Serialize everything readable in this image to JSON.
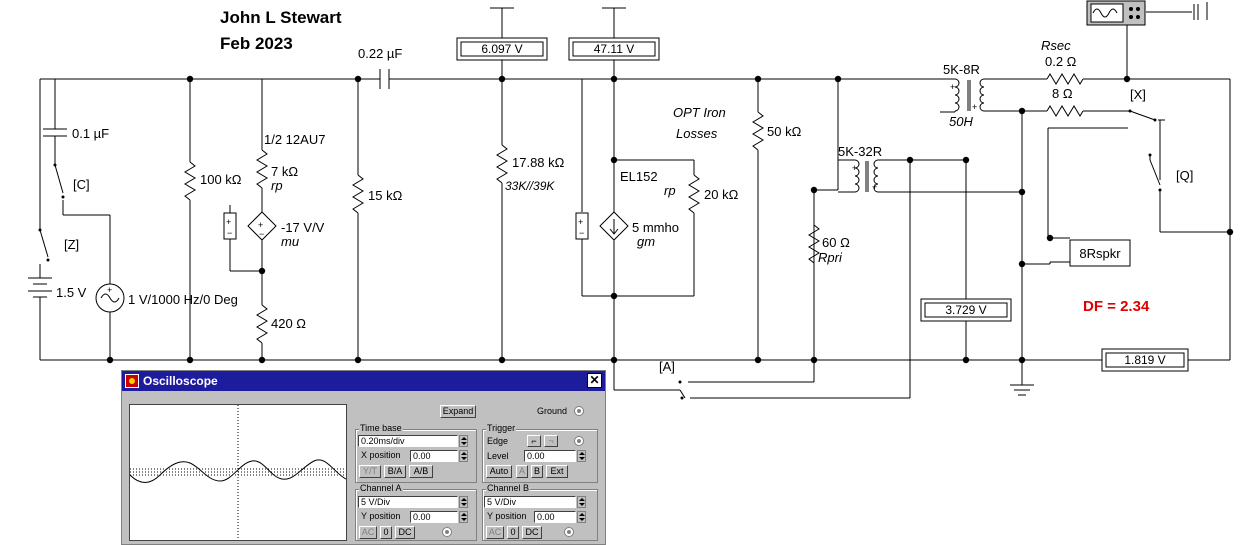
{
  "author": {
    "name": "John L Stewart",
    "date": "Feb 2023"
  },
  "meters": {
    "m1": "6.097 V",
    "m2": "47.11 V",
    "m3": "3.729 V",
    "m4": "1.819 V"
  },
  "components": {
    "cap_coupling": "0.22 µF",
    "cap_c": "0.1 µF",
    "switch_c": "[C]",
    "switch_z": "[Z]",
    "battery": "1.5 V",
    "source": "1 V/1000 Hz/0 Deg",
    "r100k": "100 kΩ",
    "tube1": "1/2 12AU7",
    "r7k": "7 kΩ",
    "rp1": "rp",
    "mu_val": "-17 V/V",
    "mu": "mu",
    "r420": "420 Ω",
    "r15k": "15 kΩ",
    "r1788": "17.88 kΩ",
    "r1788_note": "33K//39K",
    "el152": "EL152",
    "rp2": "rp",
    "r20k": "20 kΩ",
    "gm_val": "5 mmho",
    "gm": "gm",
    "opt_line1": "OPT Iron",
    "opt_line2": "Losses",
    "r50k": "50 kΩ",
    "t1": "5K-8R",
    "t1_ind": "50H",
    "rsec": "Rsec",
    "rsec_val": "0.2 Ω",
    "r8": "8 Ω",
    "switch_x": "[X]",
    "switch_q": "[Q]",
    "t2": "5K-32R",
    "r60": "60 Ω",
    "rpri": "Rpri",
    "spkr": "8Rspkr",
    "df": "DF = 2.34",
    "switch_a": "[A]"
  },
  "oscilloscope": {
    "title": "Oscilloscope",
    "expand": "Expand",
    "ground": "Ground",
    "time_base": {
      "label": "Time base",
      "value": "0.20ms/div",
      "xpos_label": "X position",
      "xpos": "0.00",
      "modes": [
        "Y/T",
        "B/A",
        "A/B"
      ]
    },
    "trigger": {
      "label": "Trigger",
      "edge_label": "Edge",
      "level_label": "Level",
      "level": "0.00",
      "modes": [
        "Auto",
        "A",
        "B",
        "Ext"
      ]
    },
    "channel_a": {
      "label": "Channel A",
      "value": "5 V/Div",
      "ypos_label": "Y position",
      "ypos": "0.00",
      "coupling": [
        "AC",
        "0",
        "DC"
      ]
    },
    "channel_b": {
      "label": "Channel B",
      "value": "5 V/Div",
      "ypos_label": "Y position",
      "ypos": "0.00",
      "coupling": [
        "AC",
        "0",
        "DC"
      ]
    }
  },
  "colors": {
    "df": "#e00000",
    "titlebar": "#1c1c9c",
    "window": "#c0c0c0"
  }
}
